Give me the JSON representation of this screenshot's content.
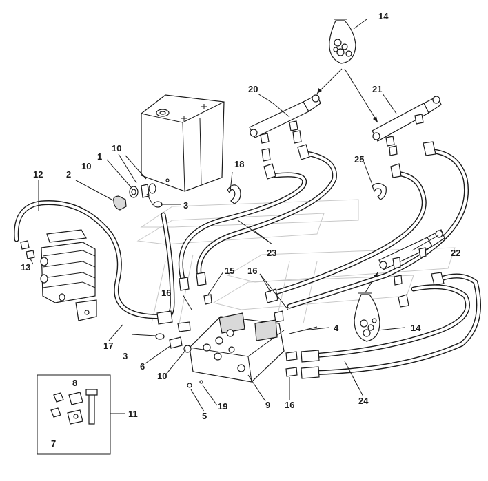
{
  "callouts": {
    "c1": "1",
    "c2": "2",
    "c3a": "3",
    "c3b": "3",
    "c4": "4",
    "c5": "5",
    "c6": "6",
    "c7": "7",
    "c8": "8",
    "c9": "9",
    "c10a": "10",
    "c10b": "10",
    "c10c": "10",
    "c11": "11",
    "c12": "12",
    "c13": "13",
    "c14a": "14",
    "c14b": "14",
    "c15": "15",
    "c16a": "16",
    "c16b": "16",
    "c16c": "16",
    "c17": "17",
    "c18": "18",
    "c19": "19",
    "c20": "20",
    "c21": "21",
    "c22": "22",
    "c23": "23",
    "c24": "24",
    "c25": "25"
  }
}
